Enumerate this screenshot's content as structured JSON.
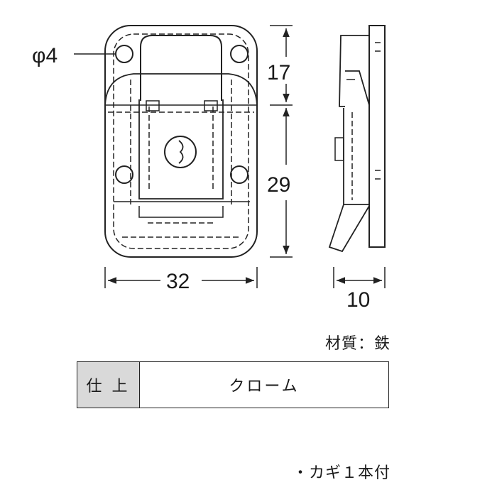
{
  "dimensions": {
    "hole": "φ4",
    "upper_height": "17",
    "lower_height": "29",
    "width": "32",
    "depth": "10"
  },
  "material": "材質：鉄",
  "spec_table": {
    "header": "仕上",
    "value": "クローム"
  },
  "note": "・カギ１本付"
}
